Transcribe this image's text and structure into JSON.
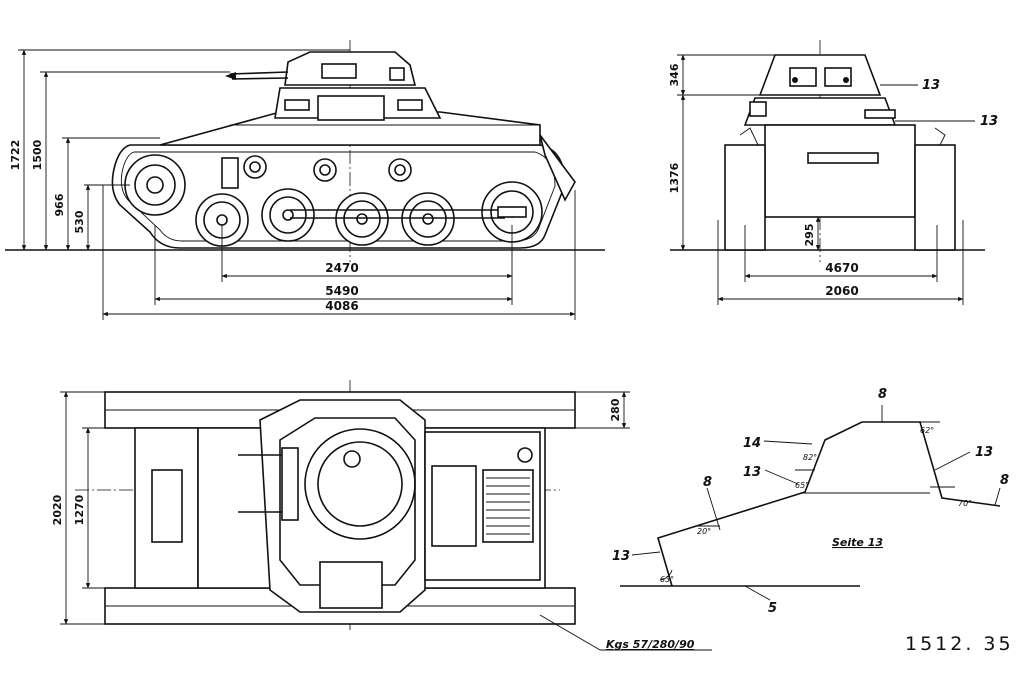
{
  "side_view": {
    "dims_horizontal": [
      "2470",
      "5490",
      "4086"
    ],
    "dims_vertical": [
      "1722",
      "1500",
      "966",
      "530"
    ]
  },
  "front_view": {
    "dims_horizontal": [
      "4670",
      "2060"
    ],
    "dims_vertical": [
      "346",
      "1376",
      "295"
    ],
    "plate_labels": [
      "13",
      "13"
    ]
  },
  "top_view": {
    "dims_vertical": [
      "2020",
      "1270",
      "280"
    ],
    "reference": "Kgs 57/280/90"
  },
  "armor_section": {
    "caption": "Seite 13",
    "thickness_labels": [
      "8",
      "14",
      "13",
      "13",
      "8",
      "8",
      "13",
      "5"
    ],
    "angle_labels": [
      "82°",
      "65°",
      "20°",
      "63°",
      "62°",
      "70°"
    ]
  },
  "sheet_number": "1512. 35"
}
